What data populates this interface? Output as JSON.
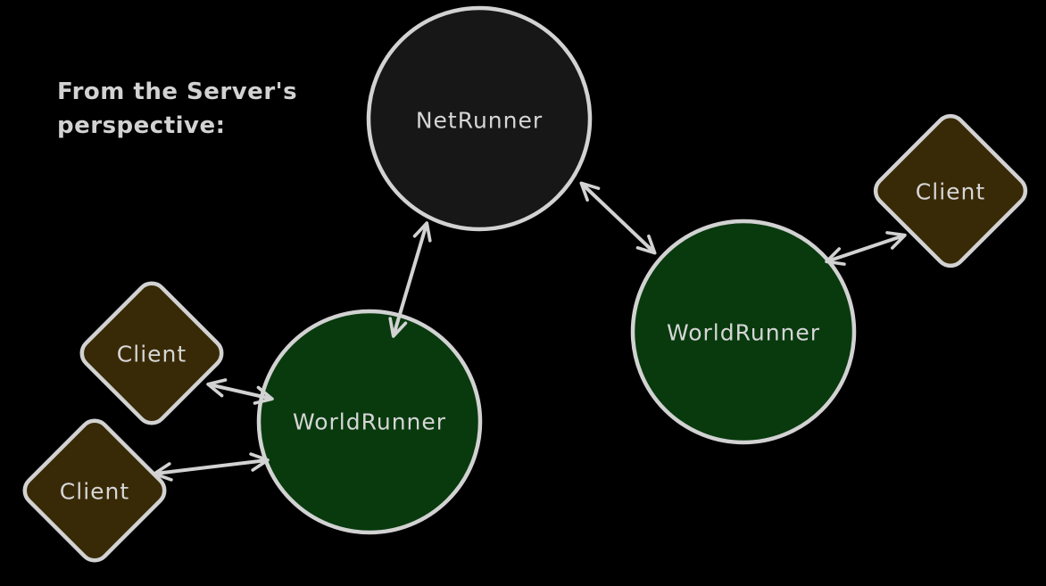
{
  "note": {
    "line1": "From the Server's",
    "line2": "perspective:"
  },
  "nodes": {
    "netrunner": {
      "label": "NetRunner",
      "shape": "circle"
    },
    "worldrunner_left": {
      "label": "WorldRunner",
      "shape": "circle"
    },
    "worldrunner_right": {
      "label": "WorldRunner",
      "shape": "circle"
    },
    "client_top_left": {
      "label": "Client",
      "shape": "diamond"
    },
    "client_bottom_left": {
      "label": "Client",
      "shape": "diamond"
    },
    "client_right": {
      "label": "Client",
      "shape": "diamond"
    }
  },
  "edges": [
    {
      "from": "worldrunner_left",
      "to": "netrunner",
      "direction": "bidirectional"
    },
    {
      "from": "netrunner",
      "to": "worldrunner_right",
      "direction": "bidirectional"
    },
    {
      "from": "client_top_left",
      "to": "worldrunner_left",
      "direction": "bidirectional"
    },
    {
      "from": "client_bottom_left",
      "to": "worldrunner_left",
      "direction": "bidirectional"
    },
    {
      "from": "worldrunner_right",
      "to": "client_right",
      "direction": "bidirectional"
    }
  ],
  "colors": {
    "background": "#000000",
    "netrunner_fill": "#171717",
    "worldrunner_fill": "#083a0e",
    "client_fill": "#392a07",
    "stroke": "#d2d2d2",
    "text": "#d6d6d6"
  }
}
